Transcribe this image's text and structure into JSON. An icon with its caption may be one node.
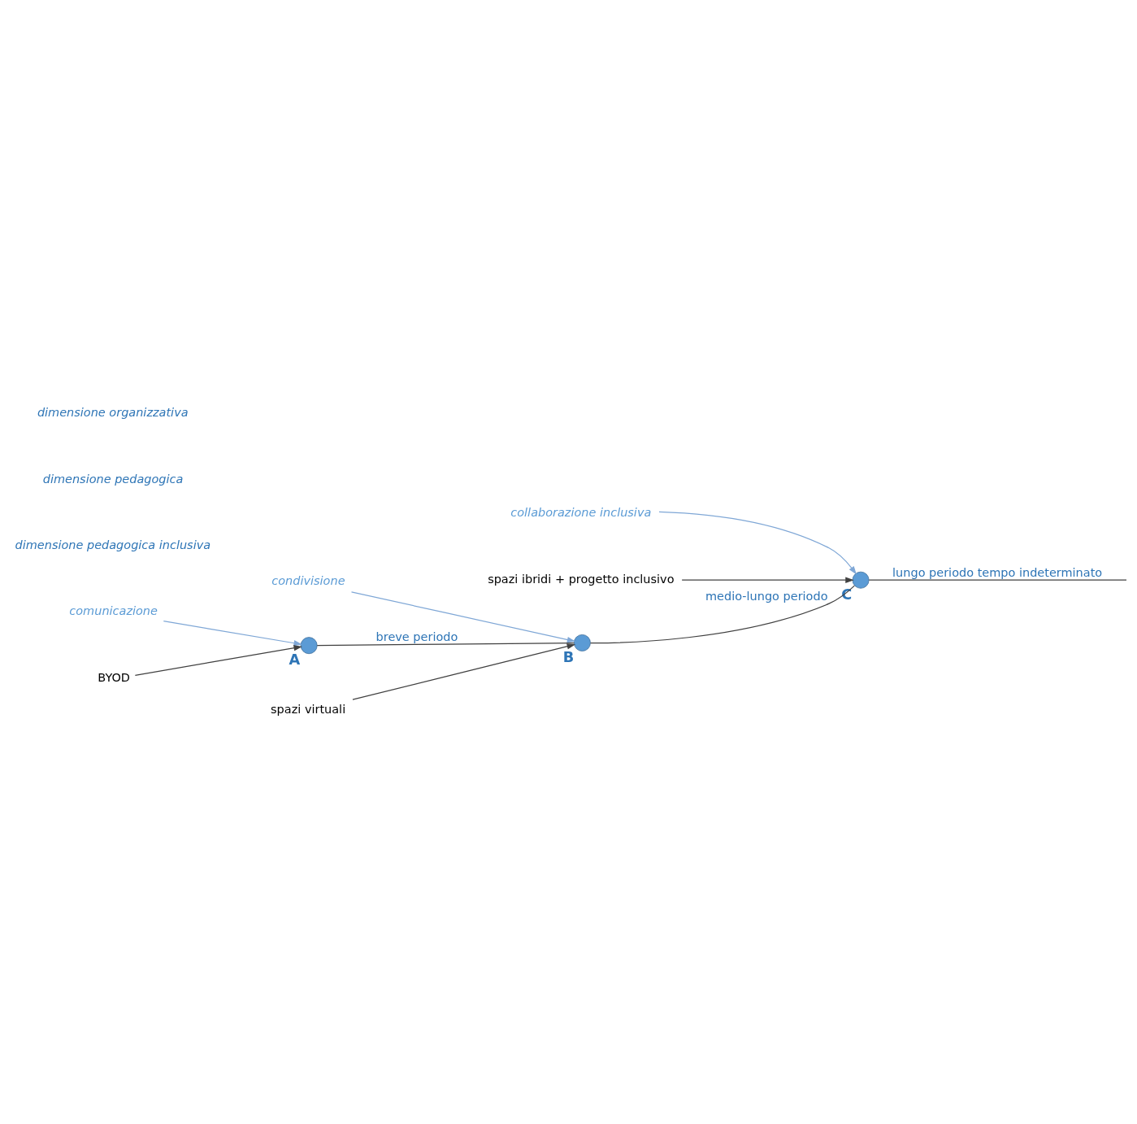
{
  "diagram": {
    "nodes": [
      {
        "text": [
          "collaborazione inclusiva"
        ]
      },
      {
        "text": [
          "spazi ibridi + progetto inclusivo"
        ]
      },
      {
        "text": [],
        "shape": "circle",
        "beside": [
          "C"
        ]
      },
      {
        "text": [
          "condivisione"
        ]
      },
      {
        "text": [
          "comunicazione"
        ]
      },
      {
        "text": [],
        "shape": "circle",
        "beside": [
          "B"
        ]
      },
      {
        "text": [],
        "shape": "circle",
        "beside": [
          "A"
        ]
      },
      {
        "text": [
          "BYOD"
        ]
      },
      {
        "text": [
          "spazi virtuali"
        ]
      }
    ],
    "edges": [
      {
        "from": 6,
        "to": 5,
        "arrow": "none",
        "label": "breve periodo"
      },
      {
        "from": 5,
        "to": 2,
        "arrow": "none",
        "label": "medio-lungo periodo"
      },
      {
        "from": 2,
        "to": null,
        "arrow": "none",
        "label": "lungo periodo tempo indeterminato"
      },
      {
        "from": 0,
        "to": 2,
        "arrow": "to",
        "color": "#7fa7d6"
      },
      {
        "from": 1,
        "to": 2,
        "arrow": "to"
      },
      {
        "from": 3,
        "to": 5,
        "arrow": "to",
        "color": "#7fa7d6"
      },
      {
        "from": 4,
        "to": 6,
        "arrow": "to",
        "color": "#7fa7d6"
      },
      {
        "from": 7,
        "to": 6,
        "arrow": "to"
      },
      {
        "from": 8,
        "to": 5,
        "arrow": "to"
      }
    ],
    "labels": [
      "dimensione pedagogica inclusiva",
      "dimensione pedagogica",
      "dimensione organizzativa"
    ]
  }
}
